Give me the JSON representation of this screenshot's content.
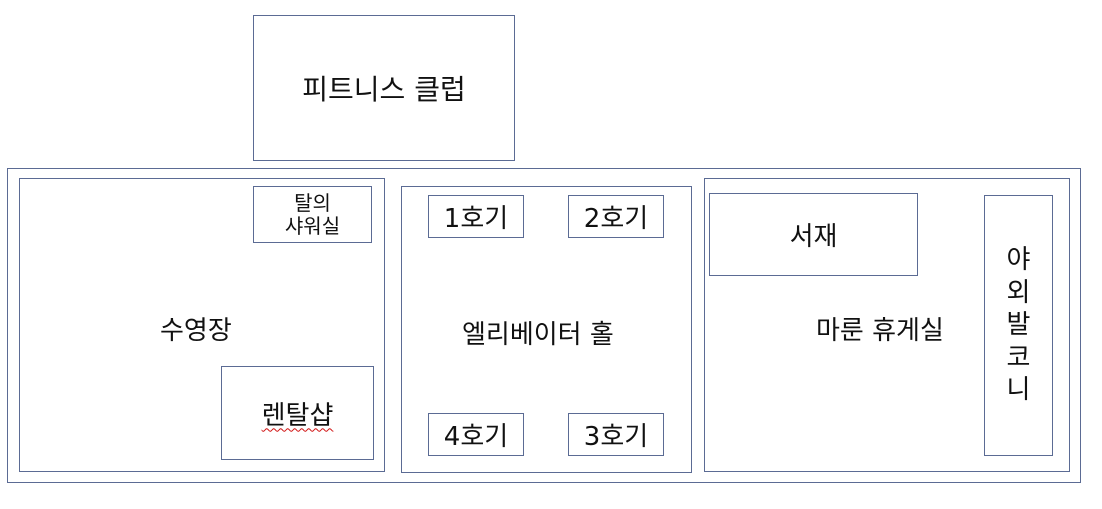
{
  "colors": {
    "border": "#5b6b94",
    "background": "#ffffff",
    "text": "#111111",
    "spellcheck": "#d01010"
  },
  "fitness_club": {
    "label": "피트니스 클럽"
  },
  "pool_section": {
    "pool_label": "수영장",
    "shower_room": {
      "line1": "탈의",
      "line2": "샤워실"
    },
    "rental_shop": "렌탈샵"
  },
  "elevator_section": {
    "hall_label": "엘리베이터 홀",
    "elevators": [
      "1호기",
      "2호기",
      "4호기",
      "3호기"
    ]
  },
  "lounge_section": {
    "study_label": "서재",
    "lounge_label": "마룬 휴게실",
    "balcony_chars": [
      "야",
      "외",
      "발",
      "코",
      "니"
    ]
  }
}
